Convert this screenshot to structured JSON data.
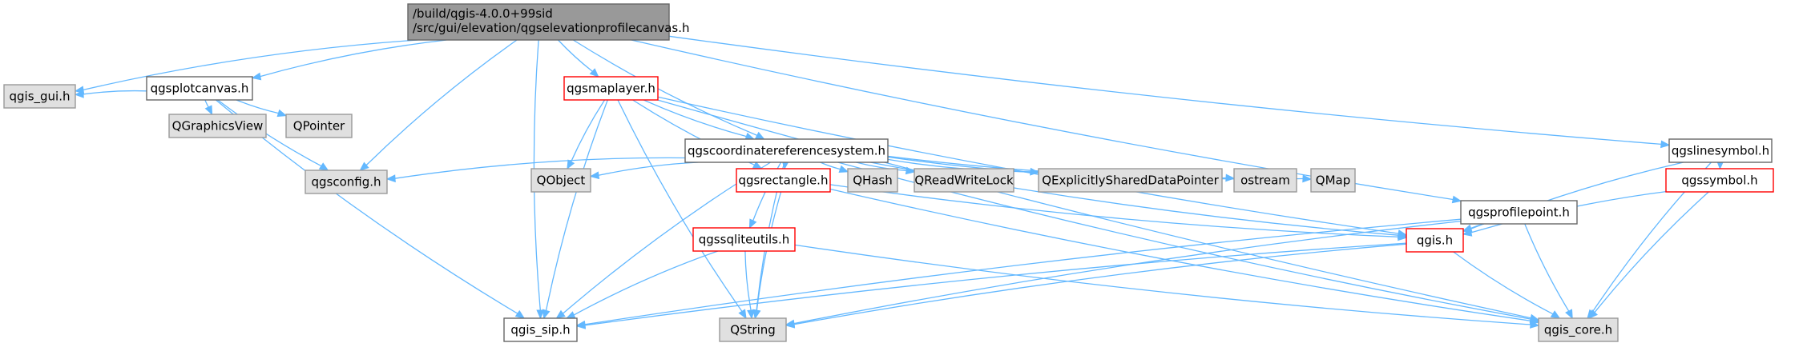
{
  "diagram": {
    "title": "include dependency graph",
    "colors": {
      "edge": "#63b8ff",
      "root_fill": "#999999",
      "root_border": "#666666",
      "system_fill": "#e0e0e0",
      "system_border": "#999999",
      "normal_fill": "#ffffff",
      "normal_border": "#666666",
      "red_border": "#ff0000"
    },
    "nodes": [
      {
        "id": "root",
        "kind": "root",
        "lines": [
          "/build/qgis-4.0.0+99sid",
          "/src/gui/elevation/qgselevationprofilecanvas.h"
        ]
      },
      {
        "id": "qgis_gui",
        "kind": "system",
        "lines": [
          "qgis_gui.h"
        ]
      },
      {
        "id": "qgsplotcanvas",
        "kind": "normal",
        "lines": [
          "qgsplotcanvas.h"
        ]
      },
      {
        "id": "qgsmaplayer",
        "kind": "red",
        "lines": [
          "qgsmaplayer.h"
        ]
      },
      {
        "id": "qgslinesymbol",
        "kind": "normal",
        "lines": [
          "qgslinesymbol.h"
        ]
      },
      {
        "id": "qgraphicsview",
        "kind": "system",
        "lines": [
          "QGraphicsView"
        ]
      },
      {
        "id": "qpointer",
        "kind": "system",
        "lines": [
          "QPointer"
        ]
      },
      {
        "id": "qgscrs",
        "kind": "normal",
        "lines": [
          "qgscoordinatereferencesystem.h"
        ]
      },
      {
        "id": "qgsconfig",
        "kind": "system",
        "lines": [
          "qgsconfig.h"
        ]
      },
      {
        "id": "qobject",
        "kind": "system",
        "lines": [
          "QObject"
        ]
      },
      {
        "id": "qgsrectangle",
        "kind": "red",
        "lines": [
          "qgsrectangle.h"
        ]
      },
      {
        "id": "qhash",
        "kind": "system",
        "lines": [
          "QHash"
        ]
      },
      {
        "id": "qreadwritelock",
        "kind": "system",
        "lines": [
          "QReadWriteLock"
        ]
      },
      {
        "id": "qexplicit",
        "kind": "system",
        "lines": [
          "QExplicitlySharedDataPointer"
        ]
      },
      {
        "id": "ostream",
        "kind": "system",
        "lines": [
          "ostream"
        ]
      },
      {
        "id": "qmap",
        "kind": "system",
        "lines": [
          "QMap"
        ]
      },
      {
        "id": "qgsprofilepoint",
        "kind": "normal",
        "lines": [
          "qgsprofilepoint.h"
        ]
      },
      {
        "id": "qgssymbol",
        "kind": "red",
        "lines": [
          "qgssymbol.h"
        ]
      },
      {
        "id": "qgssqliteutils",
        "kind": "red",
        "lines": [
          "qgssqliteutils.h"
        ]
      },
      {
        "id": "qgis",
        "kind": "red",
        "lines": [
          "qgis.h"
        ]
      },
      {
        "id": "qgis_sip",
        "kind": "normal",
        "lines": [
          "qgis_sip.h"
        ]
      },
      {
        "id": "qstring",
        "kind": "system",
        "lines": [
          "QString"
        ]
      },
      {
        "id": "qgis_core",
        "kind": "system",
        "lines": [
          "qgis_core.h"
        ]
      }
    ],
    "edges": [
      [
        "root",
        "qgis_gui"
      ],
      [
        "root",
        "qgsplotcanvas"
      ],
      [
        "root",
        "qgsconfig"
      ],
      [
        "root",
        "qgis_sip"
      ],
      [
        "root",
        "qgsmaplayer"
      ],
      [
        "root",
        "qgscrs"
      ],
      [
        "root",
        "qgsprofilepoint"
      ],
      [
        "root",
        "qgslinesymbol"
      ],
      [
        "qgsplotcanvas",
        "qgis_gui"
      ],
      [
        "qgsplotcanvas",
        "qgraphicsview"
      ],
      [
        "qgsplotcanvas",
        "qpointer"
      ],
      [
        "qgsplotcanvas",
        "qgsconfig"
      ],
      [
        "qgsplotcanvas",
        "qgis_sip"
      ],
      [
        "qgsmaplayer",
        "qgscrs"
      ],
      [
        "qgsmaplayer",
        "qobject"
      ],
      [
        "qgsmaplayer",
        "qgsrectangle"
      ],
      [
        "qgsmaplayer",
        "qgis_sip"
      ],
      [
        "qgsmaplayer",
        "qstring"
      ],
      [
        "qgsmaplayer",
        "qgis"
      ],
      [
        "qgsmaplayer",
        "qgis_core"
      ],
      [
        "qgscrs",
        "qgsconfig"
      ],
      [
        "qgscrs",
        "qobject"
      ],
      [
        "qgscrs",
        "qgsrectangle"
      ],
      [
        "qgscrs",
        "qhash"
      ],
      [
        "qgscrs",
        "qreadwritelock"
      ],
      [
        "qgscrs",
        "qexplicit"
      ],
      [
        "qgscrs",
        "ostream"
      ],
      [
        "qgscrs",
        "qmap"
      ],
      [
        "qgscrs",
        "qgssqliteutils"
      ],
      [
        "qgscrs",
        "qgis_sip"
      ],
      [
        "qgscrs",
        "qstring"
      ],
      [
        "qgscrs",
        "qgis"
      ],
      [
        "qgscrs",
        "qgis_core"
      ],
      [
        "qgsrectangle",
        "qgis"
      ],
      [
        "qgsrectangle",
        "qstring"
      ],
      [
        "qgsrectangle",
        "qgis_core"
      ],
      [
        "qgssqliteutils",
        "qgis_sip"
      ],
      [
        "qgssqliteutils",
        "qstring"
      ],
      [
        "qgssqliteutils",
        "qgis_core"
      ],
      [
        "qgsprofilepoint",
        "qgis"
      ],
      [
        "qgsprofilepoint",
        "qgis_sip"
      ],
      [
        "qgsprofilepoint",
        "qstring"
      ],
      [
        "qgsprofilepoint",
        "qgis_core"
      ],
      [
        "qgslinesymbol",
        "qgssymbol"
      ],
      [
        "qgslinesymbol",
        "qgis"
      ],
      [
        "qgslinesymbol",
        "qgis_core"
      ],
      [
        "qgssymbol",
        "qgis"
      ],
      [
        "qgssymbol",
        "qgis_core"
      ],
      [
        "qgis",
        "qgis_sip"
      ],
      [
        "qgis",
        "qstring"
      ],
      [
        "qgis",
        "qgis_core"
      ]
    ]
  }
}
